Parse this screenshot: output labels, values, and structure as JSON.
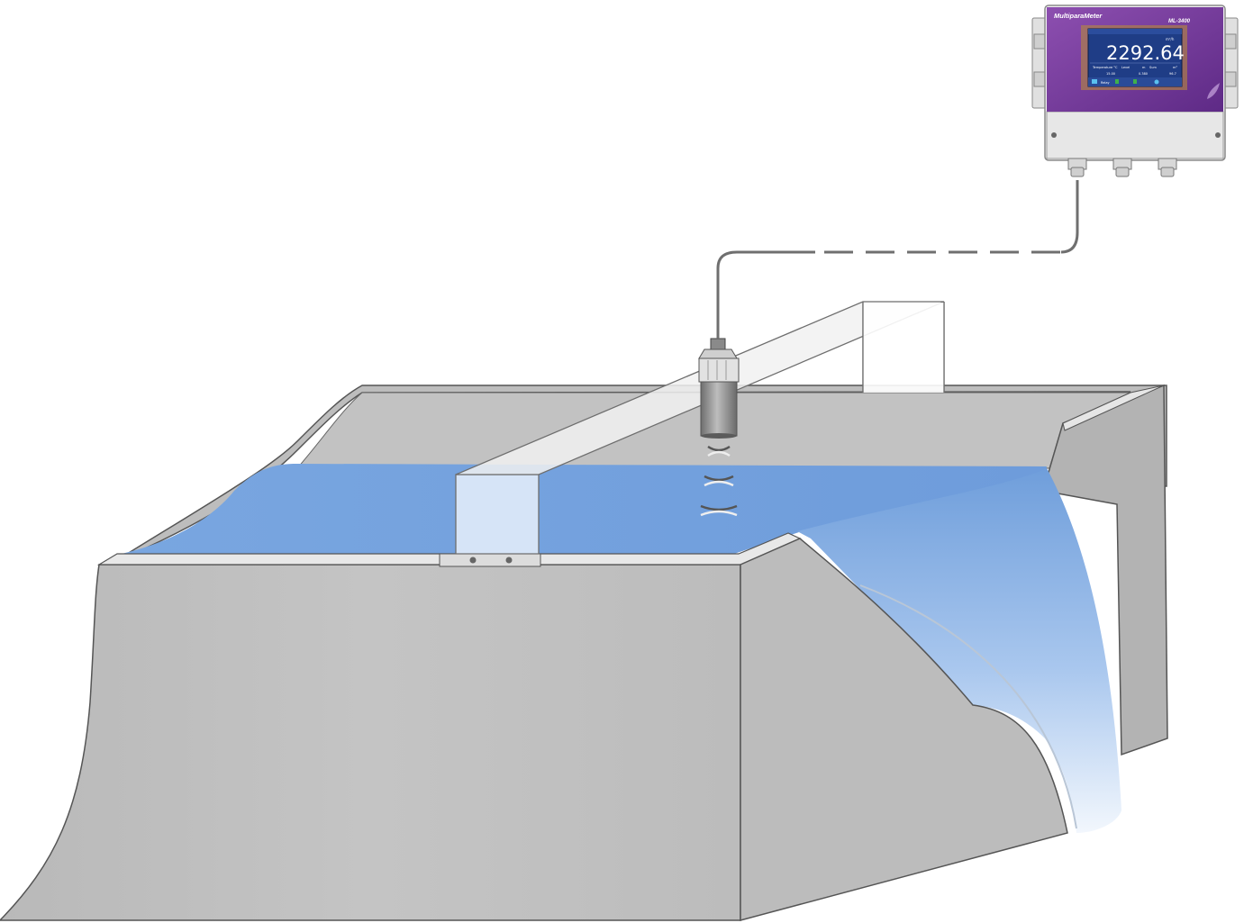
{
  "meter": {
    "brand": "MultiparaMeter",
    "model": "ML-3400",
    "reading_value": "2292.64",
    "reading_unit": "m³/h",
    "screen_row1_label1": "Temperature °C",
    "screen_row1_label2": "Level",
    "screen_row1_unit2": "m",
    "screen_row1_label3": "Sum",
    "screen_row1_unit3": "m³",
    "screen_row2_value1": "15.00",
    "screen_row2_value2": "0.380",
    "screen_row2_value3": "96.7",
    "screen_footer_label": "Relay",
    "colors": {
      "housing": "#f1f1f1",
      "bezel": "#7a3d9a",
      "screen_bg": "#1f3d86"
    }
  },
  "sensor": {
    "signal_waves": 3,
    "colors": {
      "body": "#9a9a9a",
      "cap": "#d8d8d8"
    }
  },
  "cable": {
    "style_solid_then_dashed": true,
    "color": "#6f6f6f"
  },
  "weir": {
    "colors": {
      "concrete": "#bdbdbd",
      "concrete_dark": "#a9a9a9",
      "rim": "#e6e6e6",
      "water": "#6f9edb",
      "water_light": "#eef4fc"
    }
  },
  "bridge": {
    "color": "#f4f4f4",
    "edge": "#7d7d7d"
  }
}
